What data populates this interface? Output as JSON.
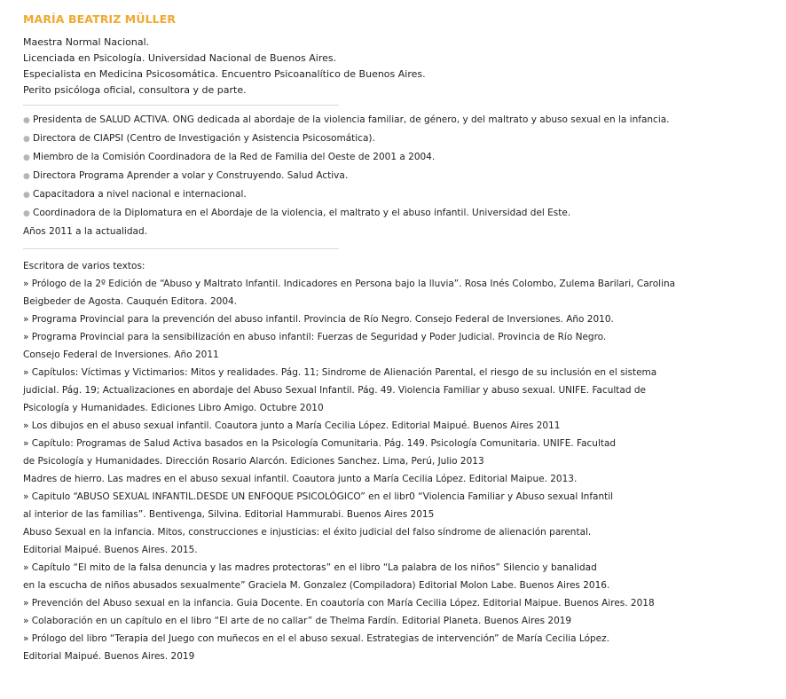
{
  "profile": {
    "name": "MARÍA BEATRIZ MÜLLER",
    "credentials": [
      "Maestra Normal Nacional.",
      "Licenciada en Psicología. Universidad Nacional de Buenos Aires.",
      "Especialista en Medicina Psicosomática. Encuentro Psicoanalítico de Buenos Aires.",
      "Perito psicóloga oficial, consultora y de parte."
    ]
  },
  "roles": {
    "bullet_glyph": "●",
    "items": [
      "Presidenta de SALUD ACTIVA. ONG dedicada al abordaje de la violencia familiar, de género, y del maltrato y abuso sexual en la infancia.",
      "Directora de CIAPSI (Centro de Investigación y Asistencia Psicosomática).",
      "Miembro de la Comisión Coordinadora de la Red de Familia del Oeste de 2001 a 2004.",
      "Directora Programa Aprender a volar y Construyendo. Salud Activa.",
      "Capacitadora a nivel nacional e internacional.",
      "Coordinadora de la Diplomatura en el Abordaje de la violencia, el maltrato y el abuso infantil. Universidad del Este."
    ],
    "trailing_line": "Años 2011 a la actualidad."
  },
  "writings": {
    "heading": "Escritora de varios textos:",
    "lines": [
      "» Prólogo de la 2º Edición de “Abuso y Maltrato Infantil. Indicadores en Persona bajo la lluvia”. Rosa Inés Colombo, Zulema Barilari, Carolina",
      "Beigbeder de Agosta. Cauquén Editora. 2004.",
      "»  Programa Provincial para la prevención del abuso infantil. Provincia de Río Negro. Consejo Federal de Inversiones. Año 2010.",
      "»  Programa Provincial para la sensibilización en abuso infantil: Fuerzas de Seguridad y Poder Judicial. Provincia de Río Negro.",
      "Consejo Federal de Inversiones. Año 2011",
      "»  Capítulos: Víctimas y Victimarios: Mitos y realidades. Pág. 11; Sindrome de Alienación Parental, el riesgo de su inclusión en el sistema",
      " judicial. Pág. 19; Actualizaciones en abordaje del Abuso Sexual Infantil. Pág. 49. Violencia Familiar y abuso sexual. UNIFE. Facultad de",
      "Psicología y Humanidades. Ediciones Libro Amigo. Octubre 2010",
      "»  Los dibujos en el abuso sexual infantil. Coautora junto a María Cecilia López. Editorial Maipué. Buenos Aires 2011",
      "» Capítulo: Programas de Salud Activa basados en la Psicología Comunitaria. Pág. 149. Psicología Comunitaria. UNIFE. Facultad",
      "de Psicología y Humanidades. Dirección Rosario Alarcón. Ediciones Sanchez. Lima, Perú, Julio 2013",
      "Madres de hierro. Las madres en el abuso sexual infantil. Coautora junto a María Cecilia López. Editorial Maipue. 2013.",
      "» Capitulo “ABUSO SEXUAL INFANTIL.DESDE UN ENFOQUE PSICOLÓGICO” en el libr0 “Violencia Familiar y Abuso sexual Infantil",
      "al interior de las familias”. Bentivenga, Silvina. Editorial Hammurabi. Buenos Aires 2015",
      "Abuso Sexual en la infancia. Mitos, construcciones e injusticias: el éxito judicial del falso síndrome de alienación parental.",
      "Editorial Maipué. Buenos Aires. 2015.",
      "» Capítulo “El mito de la falsa denuncia y las madres protectoras” en el libro “La palabra de los niños” Silencio y banalidad",
      "en la escucha de niños abusados sexualmente” Graciela M. Gonzalez (Compiladora) Editorial Molon Labe. Buenos Aires 2016.",
      "» Prevención del Abuso sexual en la infancia. Guia Docente. En coautoría con María Cecilia López. Editorial Maipue. Buenos Aires. 2018",
      "» Colaboración en un capítulo en el libro “El arte de no callar” de Thelma Fardín. Editorial Planeta. Buenos Aires 2019",
      "» Prólogo del libro “Terapia del Juego con muñecos en el el abuso sexual. Estrategias de intervención” de María Cecilia López.",
      "Editorial Maipué. Buenos Aires. 2019"
    ]
  },
  "colors": {
    "name_accent": "#f0a830",
    "text": "#222222",
    "bullet": "#b5b5b5",
    "rule": "#d8d8d8"
  }
}
